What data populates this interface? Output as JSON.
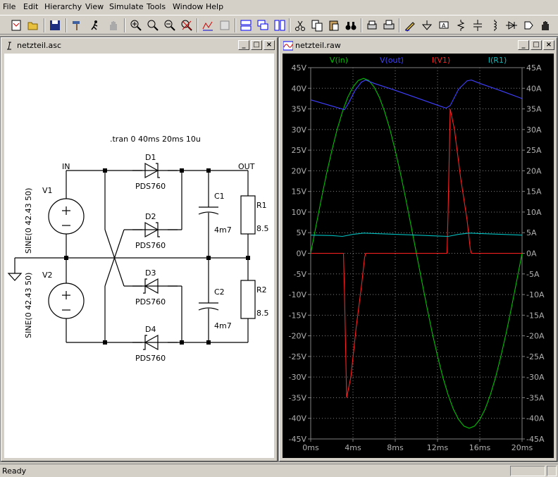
{
  "menu": [
    "File",
    "Edit",
    "Hierarchy",
    "View",
    "Simulate",
    "Tools",
    "Window",
    "Help"
  ],
  "schematic": {
    "window_title": "netzteil.asc",
    "directive": ".tran 0 40ms 20ms 10u",
    "net_in": "IN",
    "net_out": "OUT",
    "sources": [
      {
        "name": "V1",
        "value": "SINE(0 42.43 50)"
      },
      {
        "name": "V2",
        "value": "SINE(0 42.43 50)"
      }
    ],
    "diodes": [
      {
        "name": "D1",
        "model": "PDS760"
      },
      {
        "name": "D2",
        "model": "PDS760"
      },
      {
        "name": "D3",
        "model": "PDS760"
      },
      {
        "name": "D4",
        "model": "PDS760"
      }
    ],
    "capacitors": [
      {
        "name": "C1",
        "value": "4m7"
      },
      {
        "name": "C2",
        "value": "4m7"
      }
    ],
    "resistors": [
      {
        "name": "R1",
        "value": "8.5"
      },
      {
        "name": "R2",
        "value": "8.5"
      }
    ]
  },
  "waveform": {
    "window_title": "netzteil.raw",
    "background": "#000000"
  },
  "chart_data": {
    "type": "line",
    "x_ticks": [
      "0ms",
      "4ms",
      "8ms",
      "12ms",
      "16ms",
      "20ms"
    ],
    "x_range_ms": [
      0,
      20
    ],
    "y_left_ticks": [
      "45V",
      "40V",
      "35V",
      "30V",
      "25V",
      "20V",
      "15V",
      "10V",
      "5V",
      "0V",
      "-5V",
      "-10V",
      "-15V",
      "-20V",
      "-25V",
      "-30V",
      "-35V",
      "-40V",
      "-45V"
    ],
    "y_right_ticks": [
      "45A",
      "40A",
      "35A",
      "30A",
      "25A",
      "20A",
      "15A",
      "10A",
      "5A",
      "0A",
      "-5A",
      "-10A",
      "-15A",
      "-20A",
      "-25A",
      "-30A",
      "-35A",
      "-40A",
      "-45A"
    ],
    "y_range": [
      -45,
      45
    ],
    "grid": true,
    "series": [
      {
        "name": "V(in)",
        "color": "#00c000",
        "axis": "left",
        "x": [
          0,
          0.5,
          1,
          1.5,
          2,
          2.5,
          3,
          3.5,
          4,
          4.5,
          5,
          5.5,
          6,
          6.5,
          7,
          7.5,
          8,
          8.5,
          9,
          9.5,
          10,
          10.5,
          11,
          11.5,
          12,
          12.5,
          13,
          13.5,
          14,
          14.5,
          15,
          15.5,
          16,
          16.5,
          17,
          17.5,
          18,
          18.5,
          19,
          19.5,
          20
        ],
        "y": [
          0,
          6.6,
          13.1,
          19.3,
          24.9,
          30.0,
          34.3,
          37.8,
          40.3,
          41.9,
          42.4,
          41.9,
          40.3,
          37.8,
          34.3,
          30.0,
          24.9,
          19.3,
          13.1,
          6.6,
          0,
          -6.6,
          -13.1,
          -19.3,
          -24.9,
          -30.0,
          -34.3,
          -37.8,
          -40.3,
          -41.9,
          -42.4,
          -41.9,
          -40.3,
          -37.8,
          -34.3,
          -30.0,
          -24.9,
          -19.3,
          -13.1,
          -6.6,
          0
        ]
      },
      {
        "name": "V(out)",
        "color": "#4040ff",
        "axis": "left",
        "x": [
          0,
          3.2,
          3.6,
          4.2,
          4.8,
          5.2,
          6,
          8,
          10,
          12,
          12.8,
          13.2,
          14,
          14.8,
          15.2,
          16,
          18,
          20
        ],
        "y": [
          37.2,
          34.8,
          36.5,
          39.5,
          41.5,
          42,
          41.2,
          39.5,
          37.7,
          35.9,
          35.2,
          35.8,
          39.8,
          41.8,
          42,
          41.2,
          39.4,
          37.5
        ]
      },
      {
        "name": "I(V1)",
        "color": "#ff2020",
        "axis": "right",
        "x": [
          0,
          3.1,
          3.2,
          3.4,
          3.8,
          4.3,
          4.8,
          5.1,
          5.2,
          10,
          12.9,
          13,
          13.2,
          13.6,
          14.2,
          14.8,
          15.1,
          15.2,
          20
        ],
        "y": [
          0,
          0,
          -10,
          -35,
          -30,
          -18,
          -8,
          -1,
          0,
          0,
          0,
          10,
          35,
          30,
          18,
          8,
          1,
          0,
          0
        ]
      },
      {
        "name": "I(R1)",
        "color": "#00c0c0",
        "axis": "right",
        "x": [
          0,
          2,
          3,
          4,
          5,
          6,
          8,
          10,
          12,
          13,
          14,
          15,
          16,
          18,
          20
        ],
        "y": [
          4.4,
          4.3,
          4.1,
          4.6,
          4.9,
          4.8,
          4.6,
          4.4,
          4.2,
          4.1,
          4.6,
          4.9,
          4.8,
          4.6,
          4.4
        ]
      }
    ]
  },
  "status": {
    "text": "Ready"
  }
}
